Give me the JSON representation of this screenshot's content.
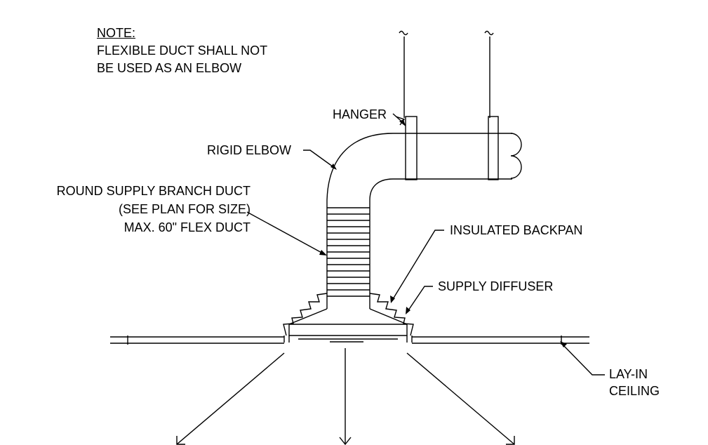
{
  "note": {
    "heading": "NOTE:",
    "line1": "FLEXIBLE DUCT SHALL NOT",
    "line2": "BE USED AS AN ELBOW"
  },
  "labels": {
    "hanger": "HANGER",
    "rigid_elbow": "RIGID ELBOW",
    "branch_line1": "ROUND SUPPLY BRANCH DUCT",
    "branch_line2": "(SEE PLAN FOR SIZE)",
    "branch_line3": "MAX. 60\" FLEX DUCT",
    "backpan": "INSULATED BACKPAN",
    "diffuser": "SUPPLY DIFFUSER",
    "ceiling_line1": "LAY-IN",
    "ceiling_line2": "CEILING"
  },
  "colors": {
    "line": "#000000",
    "background": "#ffffff"
  }
}
